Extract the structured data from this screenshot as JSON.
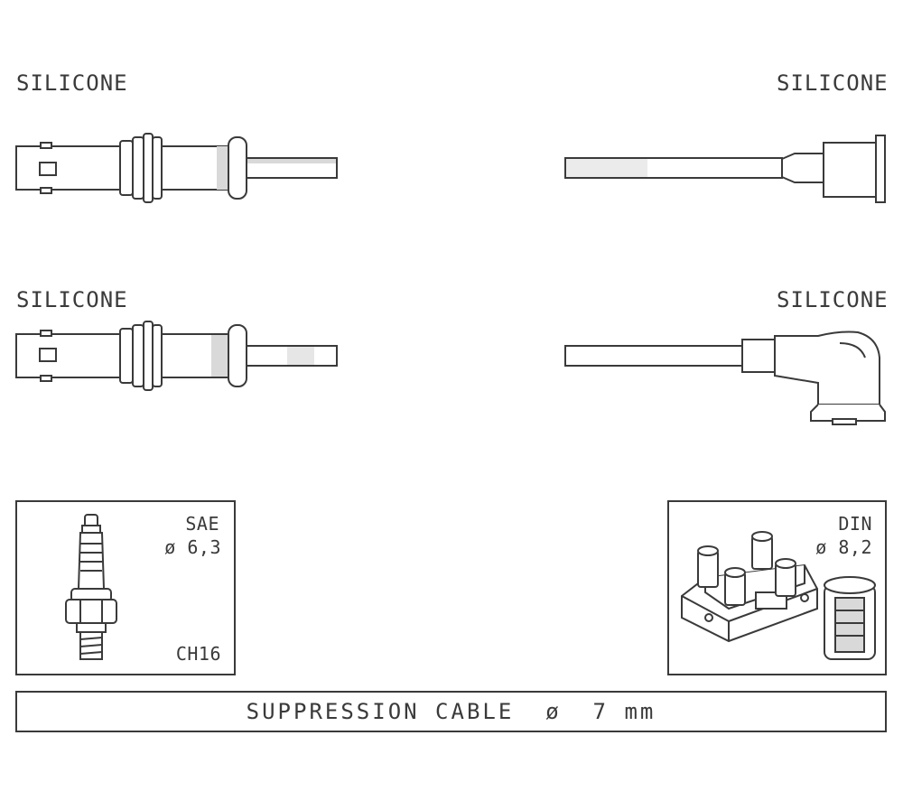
{
  "labels": {
    "top_left": "SILICONE",
    "top_right": "SILICONE",
    "mid_left": "SILICONE",
    "mid_right": "SILICONE"
  },
  "spark_box": {
    "standard": "SAE",
    "diameter": "ø 6,3",
    "code": "CH16"
  },
  "coil_box": {
    "standard": "DIN",
    "diameter": "ø 8,2"
  },
  "cable": {
    "text": "SUPPRESSION CABLE  ø  7 mm"
  },
  "colors": {
    "line": "#3a3a3a",
    "shade": "#d9d9d9",
    "background": "#ffffff"
  }
}
